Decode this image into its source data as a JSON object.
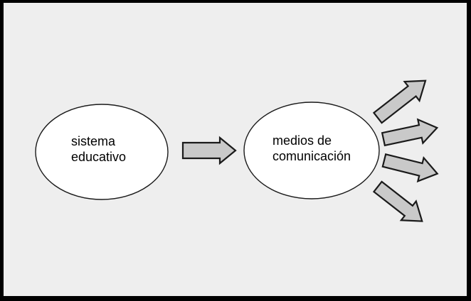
{
  "diagram": {
    "type": "flow-diagram",
    "nodes": [
      {
        "id": "sistema-educativo",
        "label": "sistema educativo",
        "lines": [
          "sistema",
          "educativo"
        ]
      },
      {
        "id": "medios-de-comunicacion",
        "label": "medios de comunicación",
        "lines": [
          "medios de",
          "comunicación"
        ]
      }
    ],
    "connector": {
      "from": "sistema-educativo",
      "to": "medios-de-comunicacion",
      "style": "block-arrow",
      "direction": "right"
    },
    "output_arrows": {
      "count": 4,
      "style": "block-arrow",
      "directions": [
        "up-right",
        "right-slight-up",
        "right-slight-down",
        "down-right"
      ]
    },
    "colors": {
      "background": "#eeeeee",
      "frame": "#000000",
      "node_fill": "#ffffff",
      "node_stroke": "#1a1a1a",
      "arrow_fill": "#c9c9c9",
      "arrow_stroke": "#1a1a1a",
      "text": "#000000"
    }
  }
}
